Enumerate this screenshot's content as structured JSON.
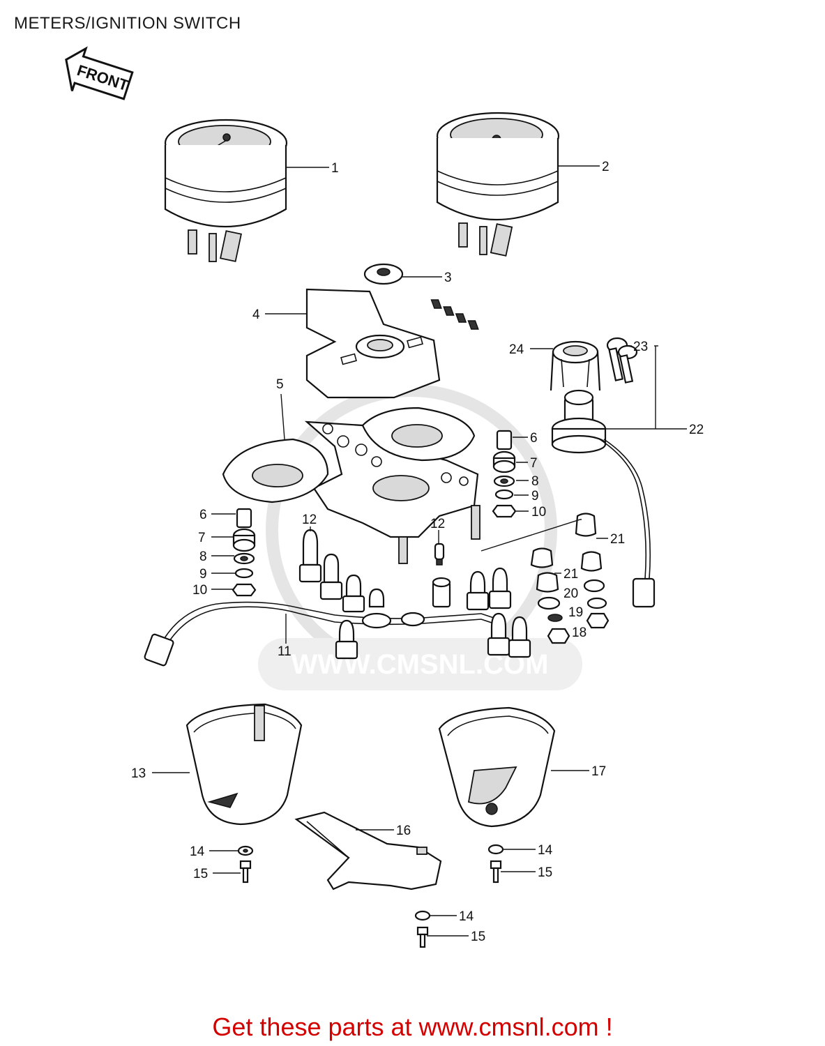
{
  "page": {
    "title": "METERS/IGNITION SWITCH",
    "front_label": "FRONT",
    "watermark": "WWW.CMSNL.COM",
    "footer": "Get these parts at www.cmsnl.com !"
  },
  "callouts": [
    {
      "id": "c1",
      "label": "1"
    },
    {
      "id": "c2",
      "label": "2"
    },
    {
      "id": "c3",
      "label": "3"
    },
    {
      "id": "c4",
      "label": "4"
    },
    {
      "id": "c5",
      "label": "5"
    },
    {
      "id": "c6a",
      "label": "6"
    },
    {
      "id": "c7a",
      "label": "7"
    },
    {
      "id": "c8a",
      "label": "8"
    },
    {
      "id": "c9a",
      "label": "9"
    },
    {
      "id": "c10a",
      "label": "10"
    },
    {
      "id": "c6b",
      "label": "6"
    },
    {
      "id": "c7b",
      "label": "7"
    },
    {
      "id": "c8b",
      "label": "8"
    },
    {
      "id": "c9b",
      "label": "9"
    },
    {
      "id": "c10b",
      "label": "10"
    },
    {
      "id": "c11",
      "label": "11"
    },
    {
      "id": "c12a",
      "label": "12"
    },
    {
      "id": "c12b",
      "label": "12"
    },
    {
      "id": "c13",
      "label": "13"
    },
    {
      "id": "c14a",
      "label": "14"
    },
    {
      "id": "c15a",
      "label": "15"
    },
    {
      "id": "c16",
      "label": "16"
    },
    {
      "id": "c14b",
      "label": "14"
    },
    {
      "id": "c15b",
      "label": "15"
    },
    {
      "id": "c14c",
      "label": "14"
    },
    {
      "id": "c15c",
      "label": "15"
    },
    {
      "id": "c17",
      "label": "17"
    },
    {
      "id": "c18",
      "label": "18"
    },
    {
      "id": "c19",
      "label": "19"
    },
    {
      "id": "c20",
      "label": "20"
    },
    {
      "id": "c21a",
      "label": "21"
    },
    {
      "id": "c21b",
      "label": "21"
    },
    {
      "id": "c22",
      "label": "22"
    },
    {
      "id": "c23",
      "label": "23"
    },
    {
      "id": "c24",
      "label": "24"
    }
  ]
}
